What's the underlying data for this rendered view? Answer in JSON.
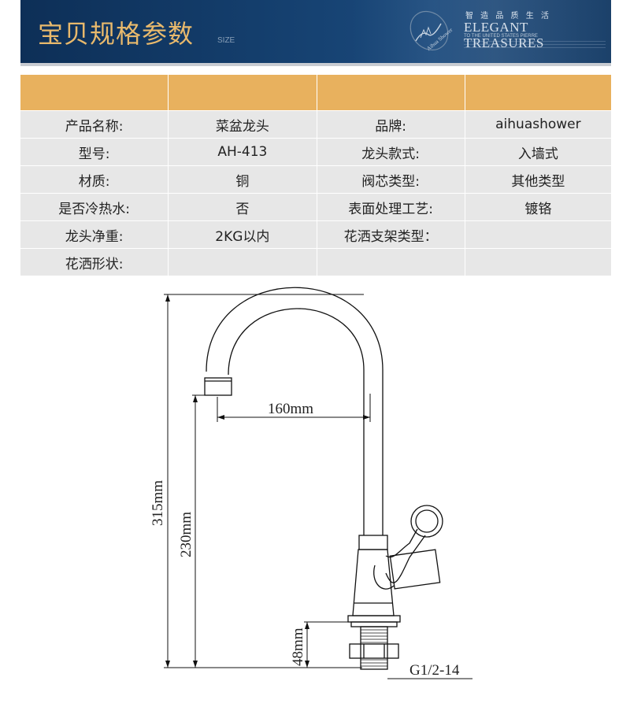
{
  "banner": {
    "title": "宝贝规格参数",
    "subtitle": "SIZE",
    "tagline_cn": "智 造 品 质 生 活",
    "tagline_en": "ELEGANT TREASURES",
    "tagline_small": "TO THE UNITED STATES PIERRE",
    "logo_icon": "aihua-shower-logo-icon",
    "colors": {
      "banner_bg": "#15406f",
      "title": "#e8b96c",
      "table_header": "#e8b15e",
      "row_bg": "#e7e7e7"
    }
  },
  "spec_table": {
    "header": [
      "",
      "",
      "",
      ""
    ],
    "rows": [
      [
        "产品名称:",
        "菜盆龙头",
        "品牌:",
        "aihuashower"
      ],
      [
        "型号:",
        "AH-413",
        "龙头款式:",
        "入墙式"
      ],
      [
        "材质:",
        "铜",
        "阀芯类型:",
        "其他类型"
      ],
      [
        "是否冷热水:",
        "否",
        "表面处理工艺:",
        "镀铬"
      ],
      [
        "龙头净重:",
        "2KG以内",
        "花洒支架类型：",
        ""
      ],
      [
        "花洒形状:",
        "",
        "",
        ""
      ]
    ]
  },
  "drawing": {
    "dim_total_height": "315mm",
    "dim_spout_height": "230mm",
    "dim_reach": "160mm",
    "dim_thread_length": "48mm",
    "thread_spec": "G1/2-14"
  }
}
